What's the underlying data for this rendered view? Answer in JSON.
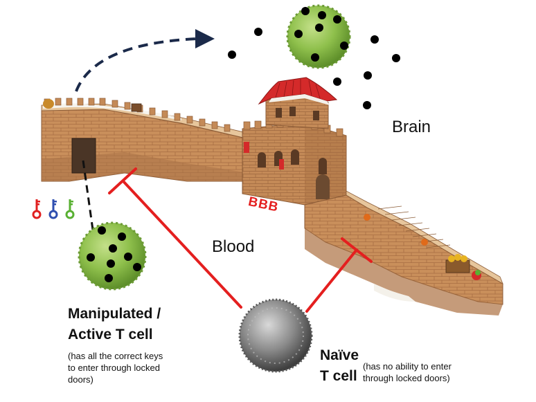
{
  "labels": {
    "brain": "Brain",
    "blood": "Blood",
    "bbb": "BBB"
  },
  "active_cell": {
    "title_lines": [
      "Manipulated /",
      "Active T cell"
    ],
    "note_lines": [
      "(has all the correct keys",
      "to enter through locked",
      "doors)"
    ]
  },
  "naive_cell": {
    "title_lines": [
      "Naïve",
      "T cell"
    ],
    "note_lines": [
      "(has no ability to enter",
      "through locked doors)"
    ]
  },
  "keys": [
    {
      "icon": "key-icon",
      "color": "#e02020"
    },
    {
      "icon": "key-icon",
      "color": "#2f4fb0"
    },
    {
      "icon": "key-icon",
      "color": "#58b032"
    }
  ],
  "colors": {
    "inhibition": "#e41f1f",
    "arrow": "#1b2a4a",
    "active_cell": "#8fc04c",
    "naive_cell": "#7a7a7a",
    "wall": "#c9905c",
    "roof": "#d42a2a",
    "particle": "#000000"
  }
}
